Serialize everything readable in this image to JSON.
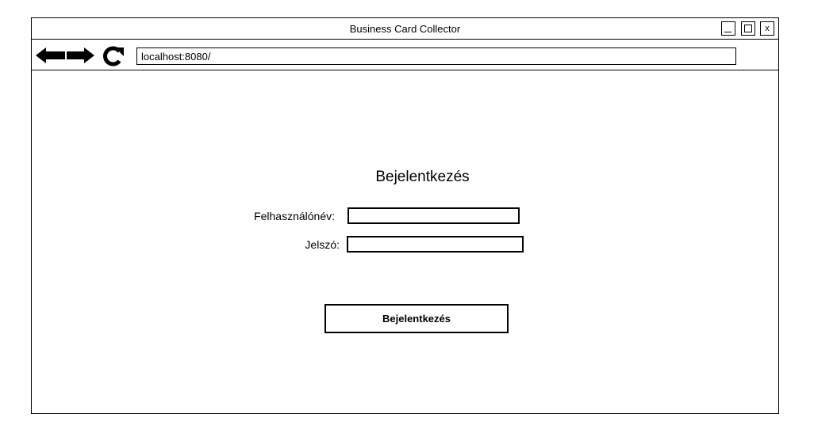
{
  "window": {
    "title": "Business Card Collector",
    "controls": {
      "minimize_icon": "minimize-icon",
      "maximize_icon": "maximize-icon",
      "close_label": "x"
    }
  },
  "toolbar": {
    "back_icon": "arrow-left-icon",
    "forward_icon": "arrow-right-icon",
    "reload_icon": "reload-icon",
    "url": "localhost:8080/"
  },
  "login": {
    "title": "Bejelentkezés",
    "username_label": "Felhasználónév:",
    "username_value": "",
    "password_label": "Jelszó:",
    "password_value": "",
    "submit_label": "Bejelentkezés"
  }
}
